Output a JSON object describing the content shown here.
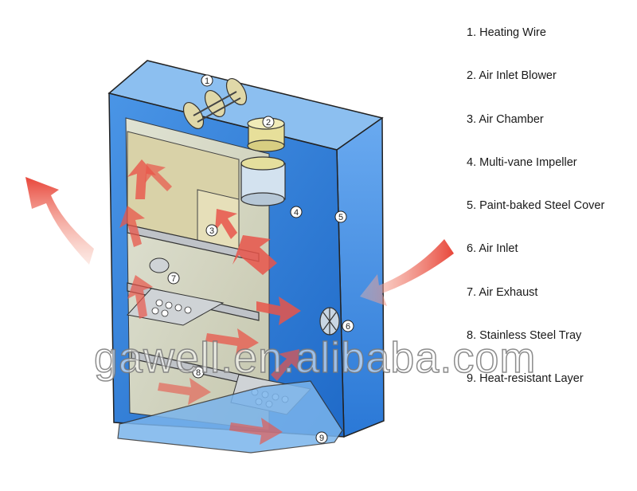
{
  "colors": {
    "cabinet_front": "#2f7fd6",
    "cabinet_side": "#3a8fe0",
    "cabinet_top": "#7fb6ee",
    "interior": "#e7e2c6",
    "arrow": "#e8554a",
    "outline": "#222222"
  },
  "callouts": [
    "1",
    "2",
    "3",
    "4",
    "5",
    "6",
    "7",
    "8",
    "9"
  ],
  "legend": [
    "1. Heating Wire",
    "2. Air Inlet Blower",
    "3. Air Chamber",
    "4. Multi-vane Impeller",
    "5. Paint-baked Steel Cover",
    "6. Air Inlet",
    "7. Air Exhaust",
    "8. Stainless Steel Tray",
    "9. Heat-resistant Layer"
  ],
  "watermark": "gawell.en.alibaba.com"
}
